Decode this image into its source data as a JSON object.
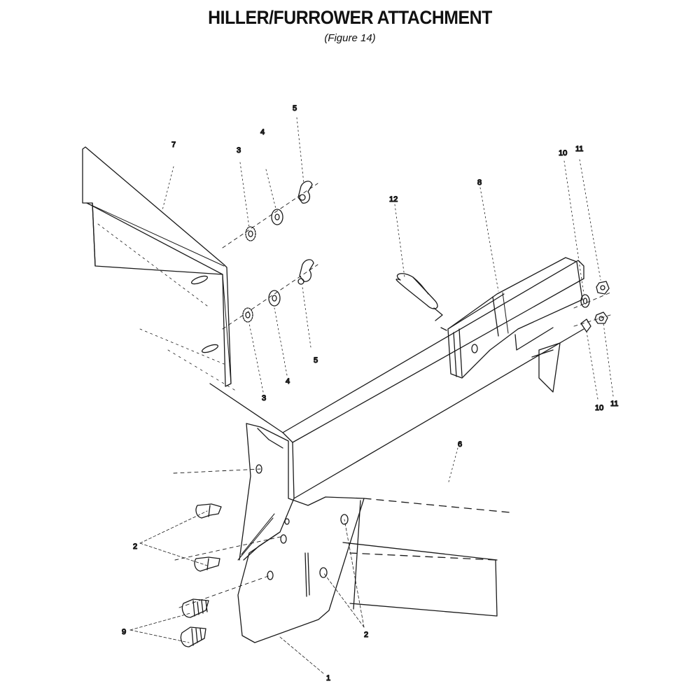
{
  "title": "HILLER/FURROWER ATTACHMENT",
  "subtitle": "(Figure 14)",
  "callouts": [
    {
      "id": "c1",
      "text": "1"
    },
    {
      "id": "c2a",
      "text": "2"
    },
    {
      "id": "c2b",
      "text": "2"
    },
    {
      "id": "c3a",
      "text": "3"
    },
    {
      "id": "c3b",
      "text": "3"
    },
    {
      "id": "c4a",
      "text": "4"
    },
    {
      "id": "c4b",
      "text": "4"
    },
    {
      "id": "c5a",
      "text": "5"
    },
    {
      "id": "c5b",
      "text": "5"
    },
    {
      "id": "c6",
      "text": "6"
    },
    {
      "id": "c7",
      "text": "7"
    },
    {
      "id": "c8",
      "text": "8"
    },
    {
      "id": "c9",
      "text": "9"
    },
    {
      "id": "c10a",
      "text": "10"
    },
    {
      "id": "c10b",
      "text": "10"
    },
    {
      "id": "c11a",
      "text": "11"
    },
    {
      "id": "c11b",
      "text": "11"
    },
    {
      "id": "c12",
      "text": "12"
    }
  ],
  "colors": {
    "ink": "#1a1a1a",
    "paper": "#ffffff"
  }
}
